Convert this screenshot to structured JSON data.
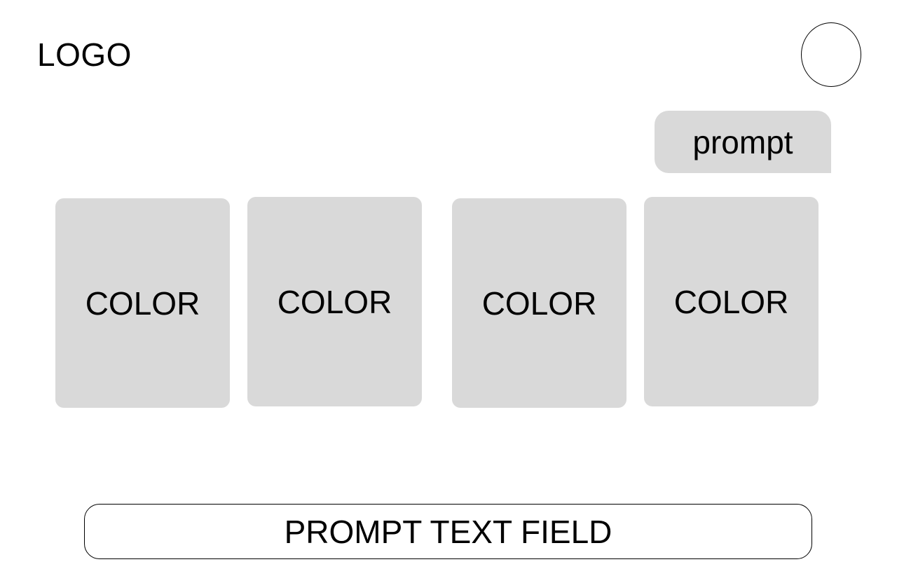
{
  "header": {
    "logo_text": "LOGO"
  },
  "chat": {
    "prompt_bubble_text": "prompt"
  },
  "palette": {
    "cards": [
      {
        "label": "COLOR"
      },
      {
        "label": "COLOR"
      },
      {
        "label": "COLOR"
      },
      {
        "label": "COLOR"
      }
    ]
  },
  "input": {
    "placeholder": "PROMPT TEXT FIELD"
  },
  "colors": {
    "card_fill": "#d9d9d9",
    "border": "#000000",
    "background": "#ffffff"
  }
}
